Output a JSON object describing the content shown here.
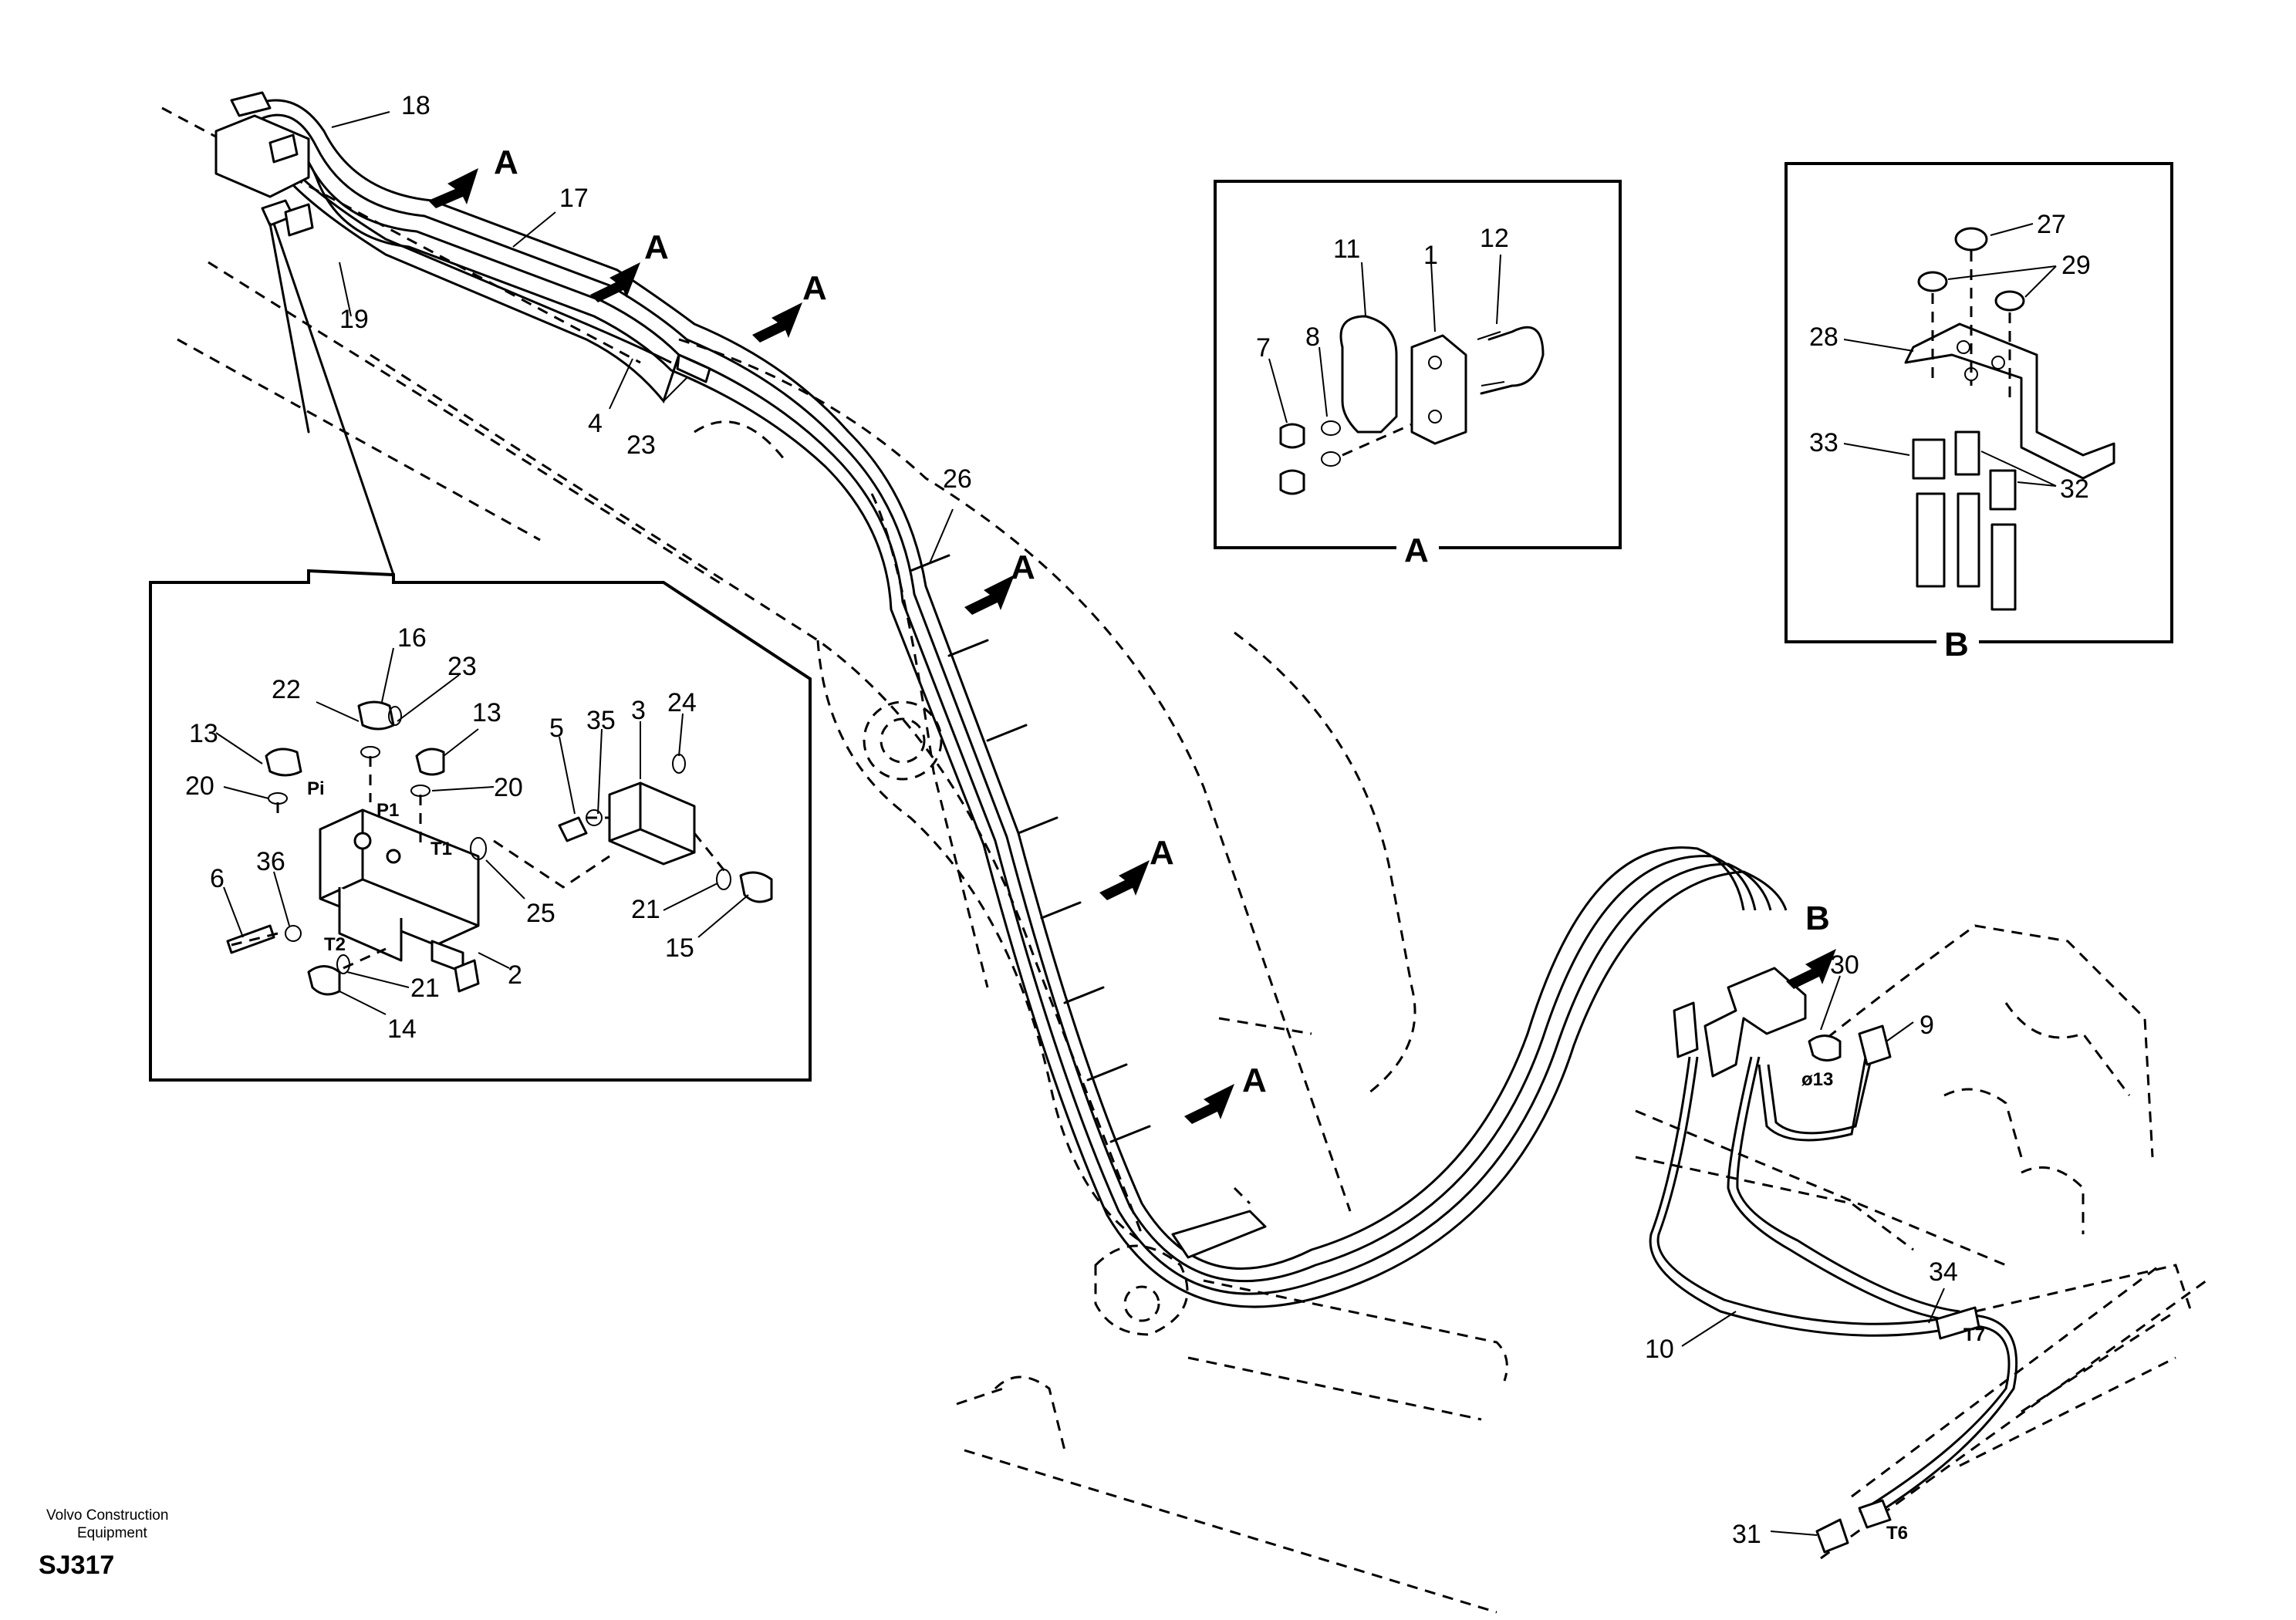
{
  "footer": {
    "company_line1": "Volvo Construction",
    "company_line2": "Equipment",
    "drawing_code": "SJ317"
  },
  "views": {
    "A": "A",
    "B": "B"
  },
  "callouts": [
    {
      "label": "18"
    },
    {
      "label": "17"
    },
    {
      "label": "19"
    },
    {
      "label": "4"
    },
    {
      "label": "23"
    },
    {
      "label": "26"
    },
    {
      "label": "11"
    },
    {
      "label": "1"
    },
    {
      "label": "12"
    },
    {
      "label": "7"
    },
    {
      "label": "8"
    },
    {
      "label": "27"
    },
    {
      "label": "29"
    },
    {
      "label": "28"
    },
    {
      "label": "33"
    },
    {
      "label": "32"
    },
    {
      "label": "16"
    },
    {
      "label": "23"
    },
    {
      "label": "22"
    },
    {
      "label": "13"
    },
    {
      "label": "13"
    },
    {
      "label": "35"
    },
    {
      "label": "3"
    },
    {
      "label": "24"
    },
    {
      "label": "5"
    },
    {
      "label": "20"
    },
    {
      "label": "20"
    },
    {
      "label": "6"
    },
    {
      "label": "36"
    },
    {
      "label": "25"
    },
    {
      "label": "21"
    },
    {
      "label": "15"
    },
    {
      "label": "21"
    },
    {
      "label": "2"
    },
    {
      "label": "14"
    },
    {
      "label": "30"
    },
    {
      "label": "9"
    },
    {
      "label": "34"
    },
    {
      "label": "10"
    },
    {
      "label": "31"
    }
  ],
  "port_labels": [
    "Pi",
    "P1",
    "T1",
    "T2",
    "ø13",
    "T7",
    "T6"
  ],
  "view_markers": [
    "A",
    "A",
    "A",
    "A",
    "A",
    "A",
    "B"
  ]
}
